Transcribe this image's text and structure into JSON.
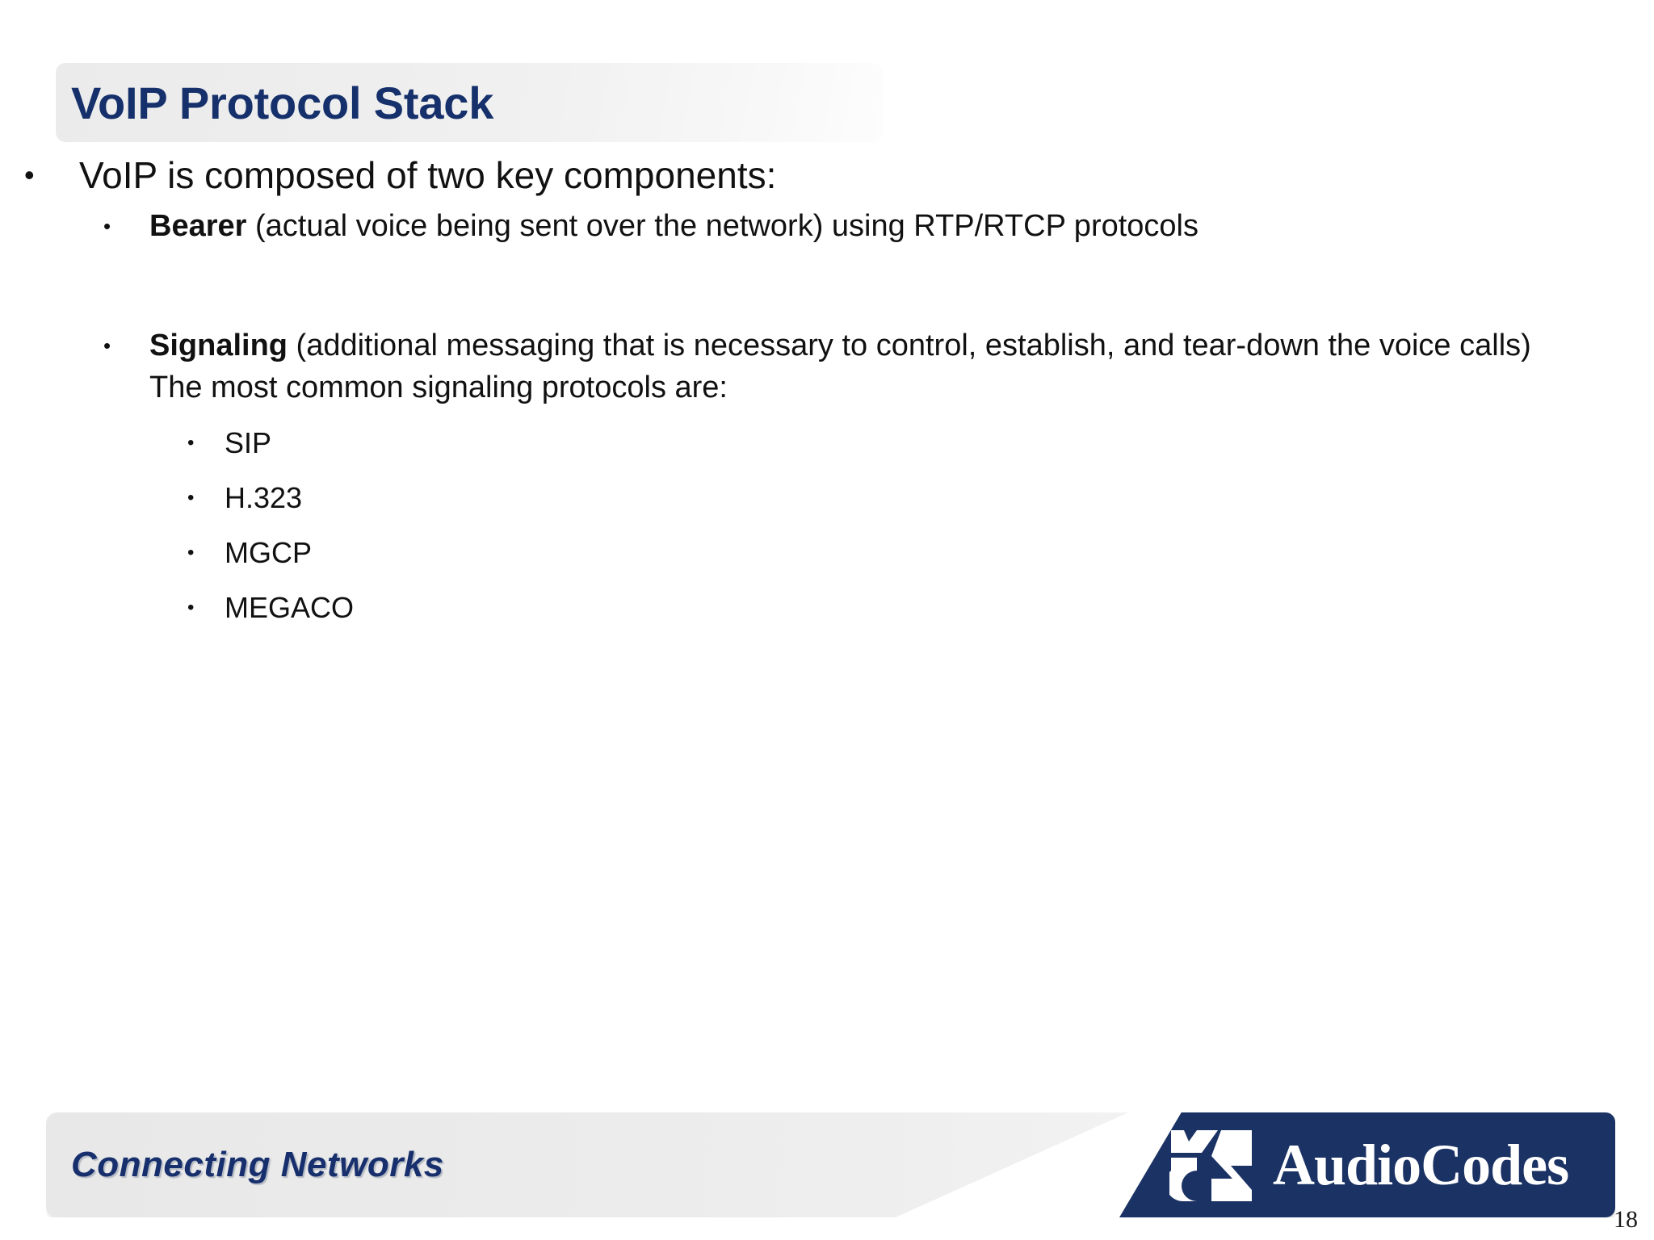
{
  "slide": {
    "title": "VoIP Protocol Stack",
    "number": "18",
    "title_color": "#15306b",
    "accent_navy": "#1b3264",
    "band_gray": "#eeeeee"
  },
  "content": {
    "bullet_glyph": "•",
    "level1": {
      "text": "VoIP is composed of two key components:"
    },
    "bearer": {
      "lead": "Bearer",
      "rest": " (actual voice being sent over the network) using RTP/RTCP protocols"
    },
    "signaling": {
      "lead": "Signaling",
      "rest": " (additional messaging that is necessary to control, establish, and tear-down the voice calls)",
      "intro": "The most common signaling protocols are:"
    },
    "protocols": [
      {
        "label": "SIP"
      },
      {
        "label": "H.323"
      },
      {
        "label": "MGCP"
      },
      {
        "label": "MEGACO"
      }
    ]
  },
  "footer": {
    "tagline": "Connecting Networks",
    "brand": "AudioCodes",
    "logo_icon": "audiocodes-mark-icon"
  }
}
